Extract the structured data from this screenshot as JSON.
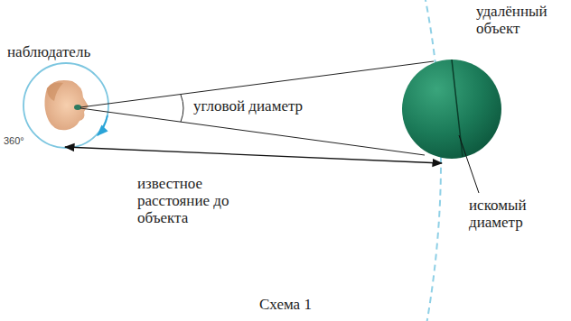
{
  "diagram": {
    "caption": "Схема 1",
    "labels": [
      "наблюдатель",
      "360°",
      "угловой диаметр",
      "известное расстояние до объекта",
      "удалённый объект",
      "искомый диаметр"
    ]
  }
}
